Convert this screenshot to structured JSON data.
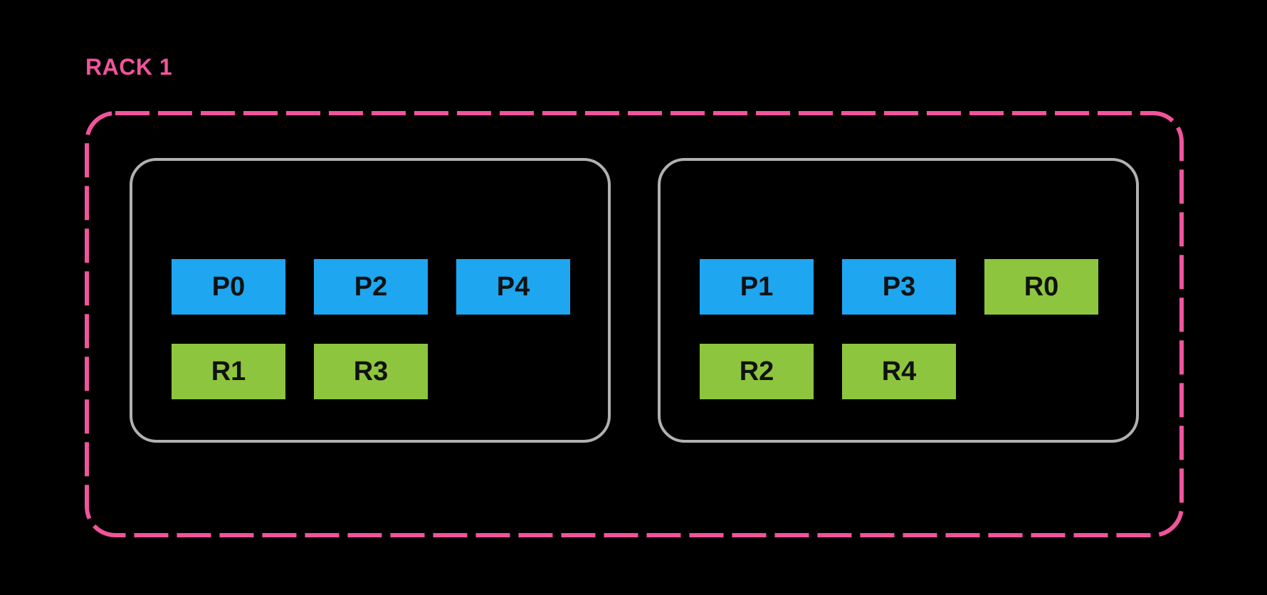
{
  "rack": {
    "title": "RACK 1",
    "nodes": [
      {
        "rows": [
          [
            {
              "label": "P0",
              "type": "primary"
            },
            {
              "label": "P2",
              "type": "primary"
            },
            {
              "label": "P4",
              "type": "primary"
            }
          ],
          [
            {
              "label": "R1",
              "type": "replica"
            },
            {
              "label": "R3",
              "type": "replica"
            }
          ]
        ]
      },
      {
        "rows": [
          [
            {
              "label": "P1",
              "type": "primary"
            },
            {
              "label": "P3",
              "type": "primary"
            },
            {
              "label": "R0",
              "type": "replica"
            }
          ],
          [
            {
              "label": "R2",
              "type": "replica"
            },
            {
              "label": "R4",
              "type": "replica"
            }
          ]
        ]
      }
    ]
  },
  "colors": {
    "background": "#000000",
    "rack_outline": "#f0549b",
    "rack_title": "#f0549b",
    "node_outline": "#b1b1b1",
    "primary_shard": "#1ea6f0",
    "replica_shard": "#8dc63e",
    "shard_label": "#111111"
  }
}
